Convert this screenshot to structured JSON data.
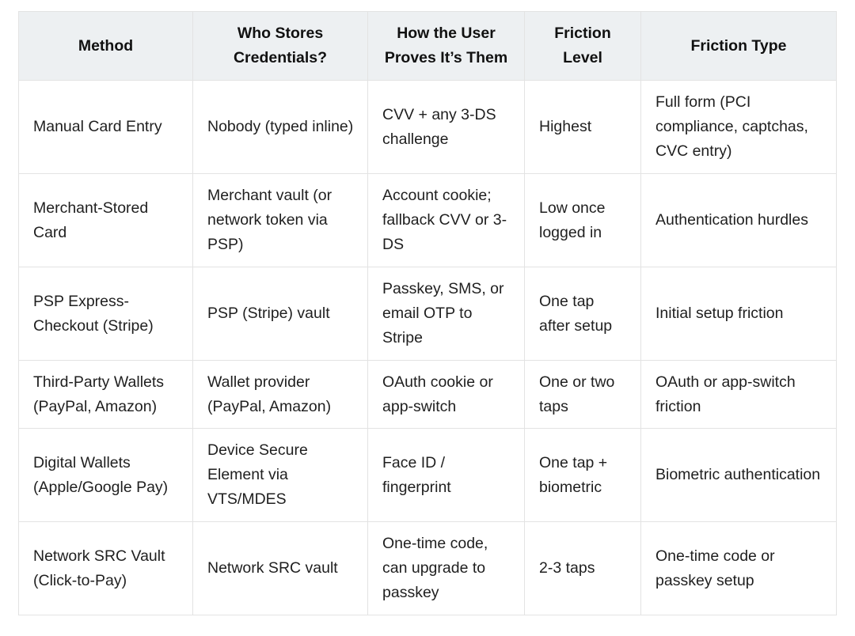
{
  "table": {
    "headers": [
      "Method",
      "Who Stores Credentials?",
      "How the User Proves It’s Them",
      "Friction Level",
      "Friction Type"
    ],
    "rows": [
      [
        "Manual Card Entry",
        "Nobody (typed inline)",
        "CVV + any 3-DS challenge",
        "Highest",
        "Full form (PCI compliance, captchas, CVC entry)"
      ],
      [
        "Merchant-Stored Card",
        "Merchant vault (or network token via PSP)",
        "Account cookie; fallback CVV or 3-DS",
        "Low once logged in",
        "Authentication hurdles"
      ],
      [
        "PSP Express-Checkout (Stripe)",
        "PSP (Stripe) vault",
        "Passkey, SMS, or email OTP to Stripe",
        "One tap after setup",
        "Initial setup friction"
      ],
      [
        "Third-Party Wallets (PayPal, Amazon)",
        "Wallet provider (PayPal, Amazon)",
        "OAuth cookie or app-switch",
        "One or two taps",
        "OAuth or app-switch friction"
      ],
      [
        "Digital Wallets (Apple/Google Pay)",
        "Device Secure Element via VTS/MDES",
        "Face ID / fingerprint",
        "One tap + biometric",
        "Biometric authentication"
      ],
      [
        "Network SRC Vault (Click-to-Pay)",
        "Network SRC vault",
        "One-time code, can upgrade to passkey",
        "2-3 taps",
        "One-time code or passkey setup"
      ]
    ]
  }
}
